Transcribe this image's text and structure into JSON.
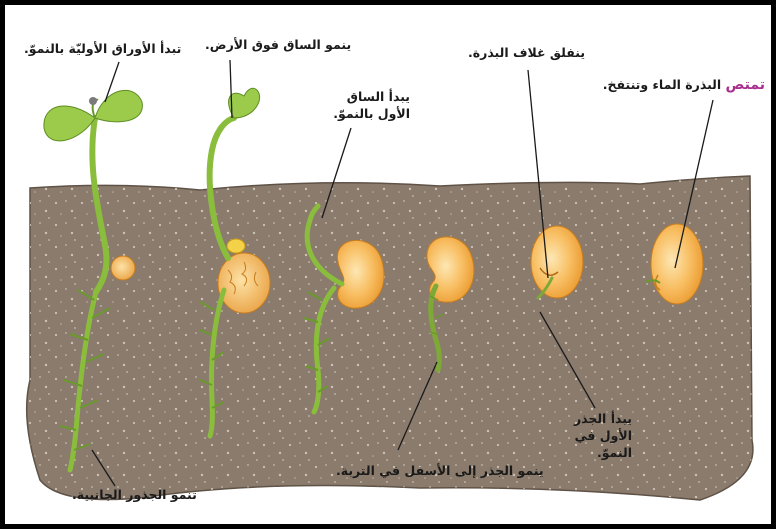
{
  "labels": {
    "absorb_highlight": "تمتص",
    "absorb_rest": "البذرة الماء وتنتفخ.",
    "coat_splits": "ينفلق غلاف البذرة.",
    "root_begins": "يبدأ الجذر الأول في النموّ.",
    "root_down": "ينمو الجذر إلى الأسفل في التربة.",
    "stem_begins": "يبدأ الساق الأول بالنموّ.",
    "stem_above": "ينمو الساق فوق الأرض.",
    "leaves_begin": "تبدأ الأوراق الأوليّة بالنموّ.",
    "lateral_roots": "تنمو الجذور الجانبية."
  },
  "colors": {
    "soil": "#8a7b6d",
    "soil_dark": "#5f5246",
    "seed": "#f6b04c",
    "seed_light": "#fde2a6",
    "plant": "#8bbd3c",
    "plant_dark": "#5e8d22",
    "accent": "#a8318f"
  }
}
